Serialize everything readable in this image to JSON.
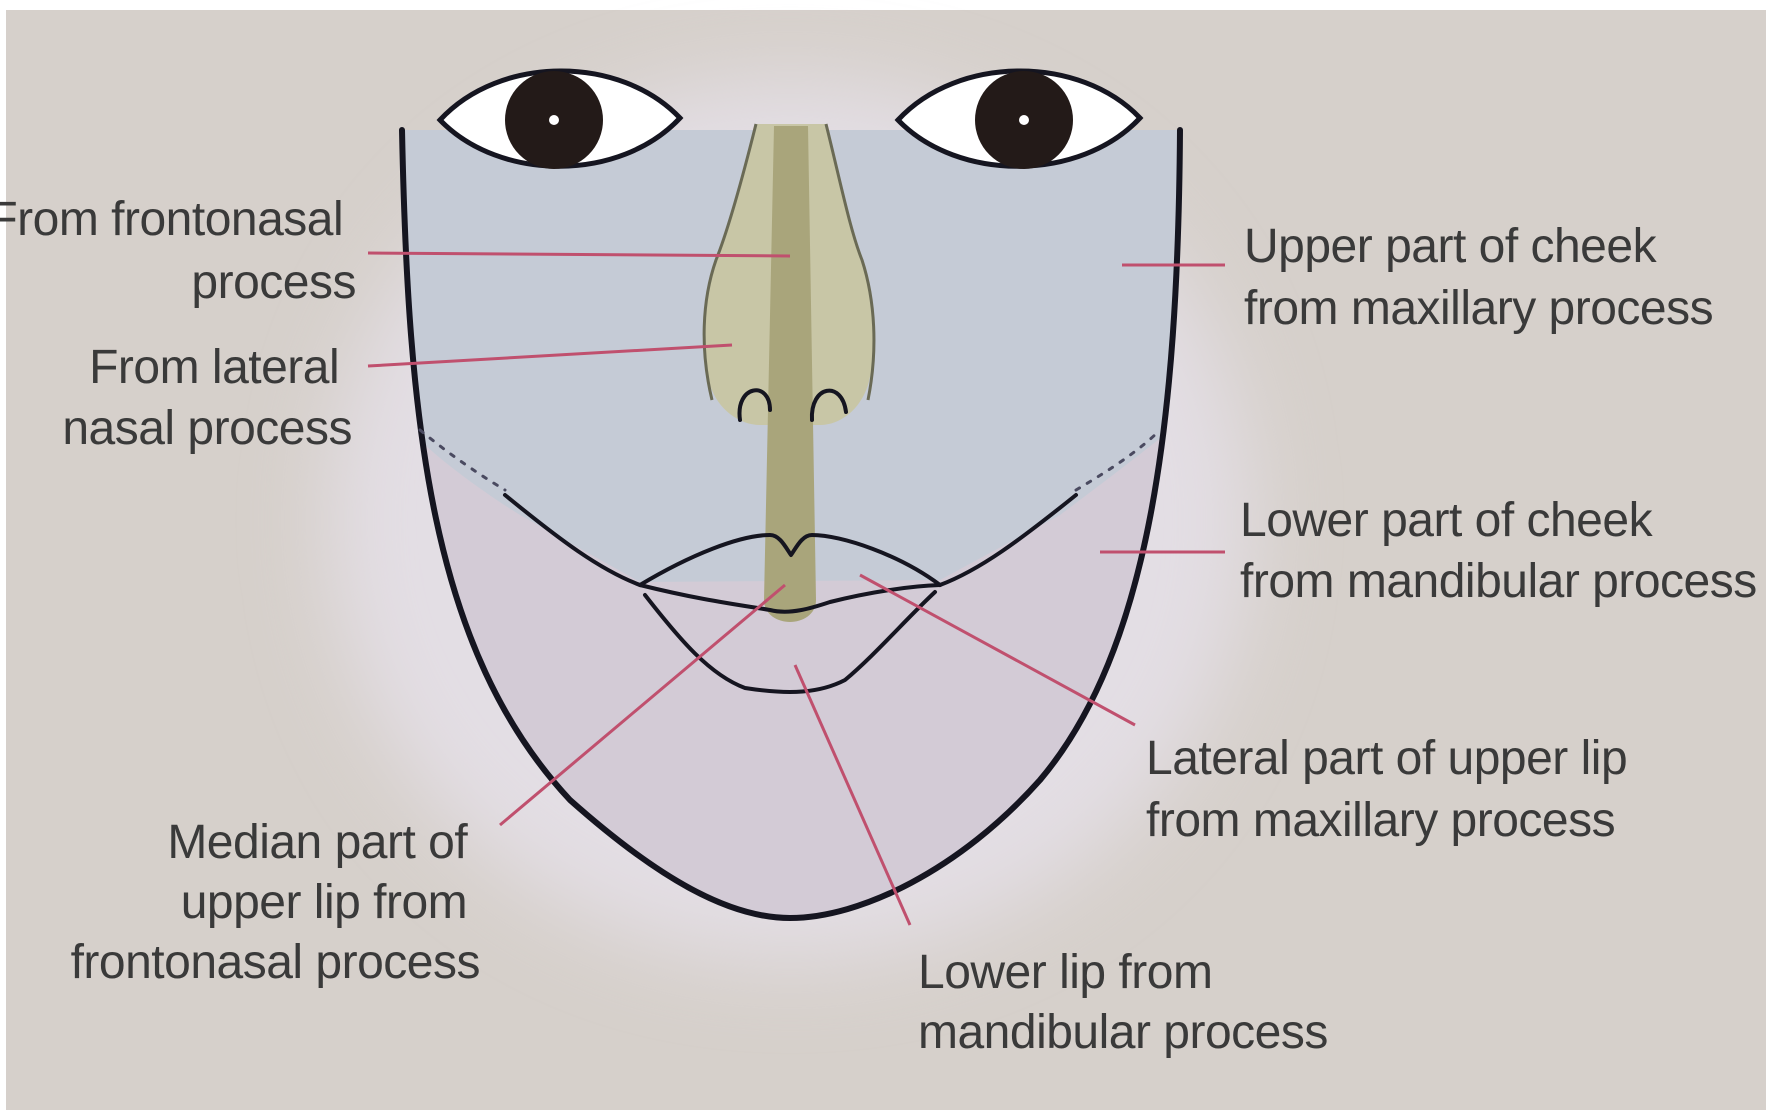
{
  "labels": {
    "frontonasal": [
      "From frontonasal",
      "process"
    ],
    "lateral_nasal": [
      "From lateral",
      "nasal process"
    ],
    "upper_cheek": [
      "Upper part of cheek",
      "from maxillary process"
    ],
    "lower_cheek": [
      "Lower part of cheek",
      "from mandibular process"
    ],
    "lateral_lip": [
      "Lateral part of upper lip",
      "from maxillary process"
    ],
    "median_lip": [
      "Median part of",
      "upper lip from",
      "frontonasal process"
    ],
    "lower_lip": [
      "Lower lip from",
      "mandibular process"
    ]
  },
  "colors": {
    "background": "#d6d0cb",
    "face_upper": "#c5cbd6",
    "face_lower": "#d3cbd6",
    "nose_lateral": "#c8c6a6",
    "nose_median": "#a9a57b",
    "outline": "#151520",
    "leader": "#c0506e",
    "text": "#3a3a3a"
  }
}
